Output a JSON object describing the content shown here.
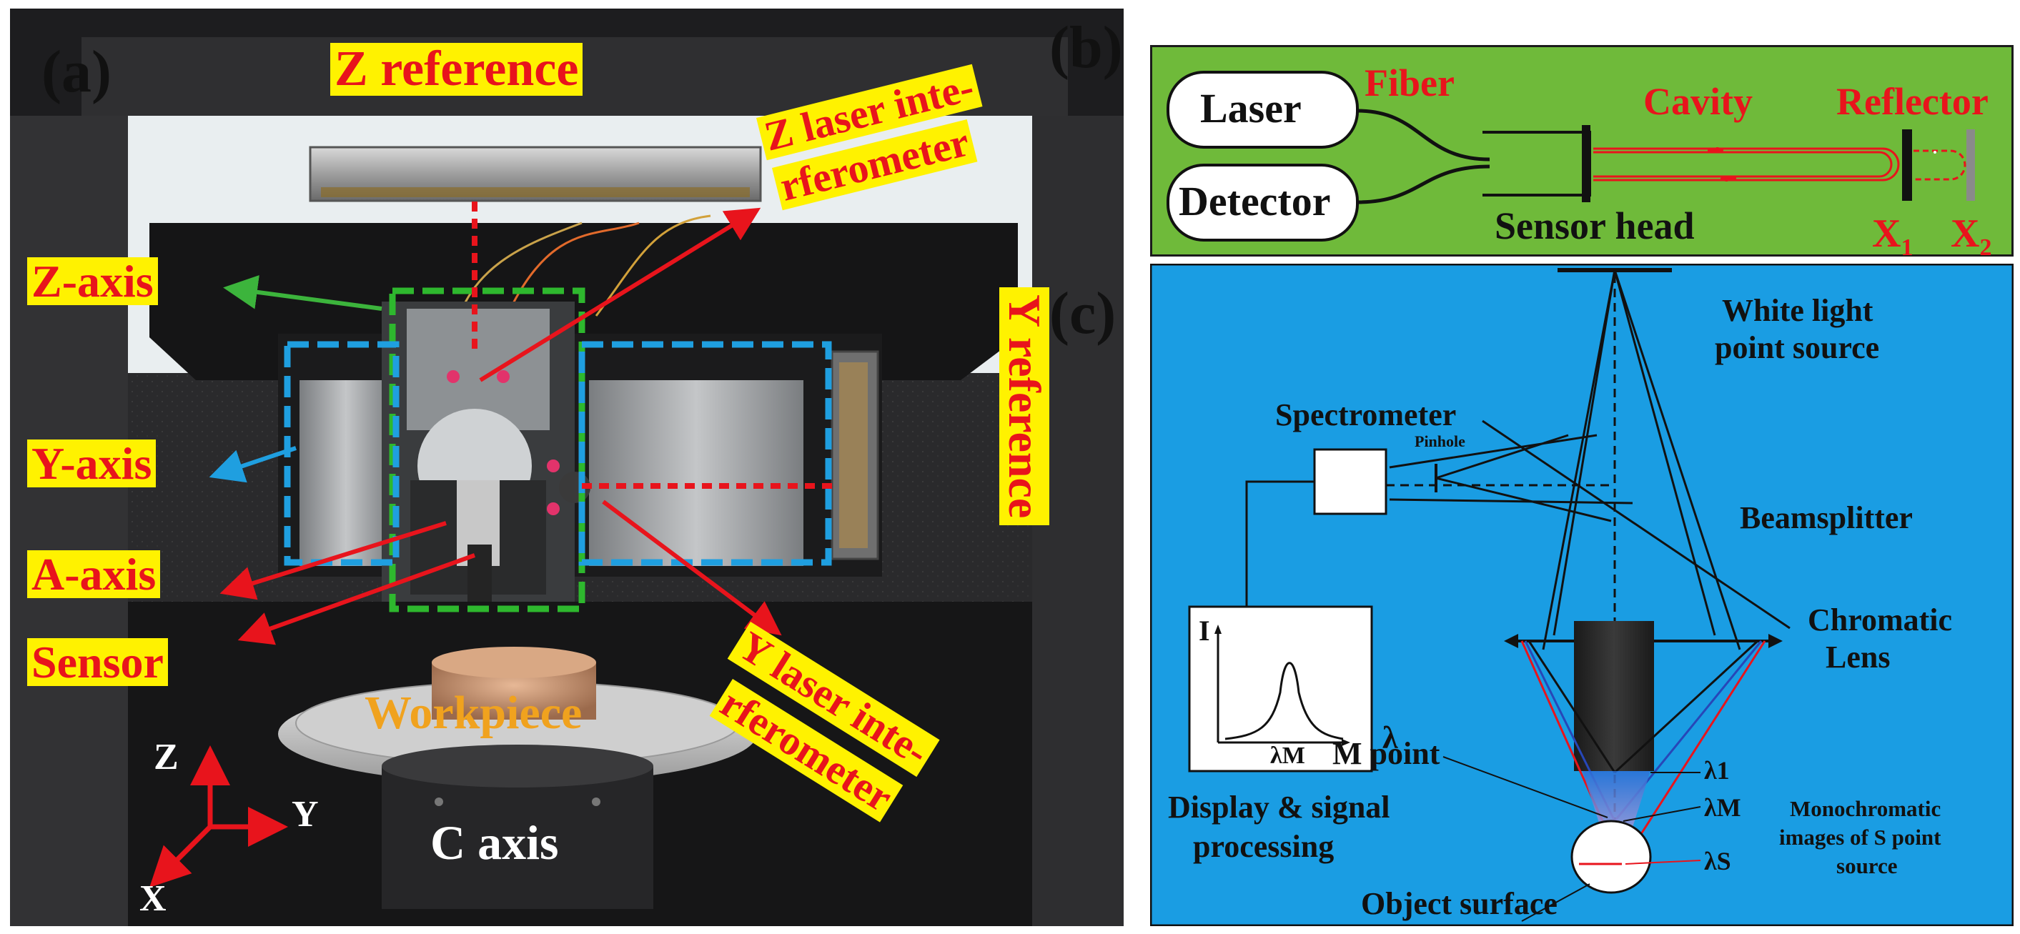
{
  "panels": {
    "a": "(a)",
    "b": "(b)",
    "c": "(c)"
  },
  "photo": {
    "labels": {
      "z_reference": "Z reference",
      "z_laser_l1": "Z laser inte-",
      "z_laser_l2": "rferometer",
      "z_axis": "Z-axis",
      "y_axis": "Y-axis",
      "a_axis": "A-axis",
      "sensor": "Sensor",
      "y_reference": "Y reference",
      "y_laser_l1": "Y laser inte-",
      "y_laser_l2": "rferometer",
      "workpiece": "Workpiece",
      "c_axis": "C axis"
    },
    "axes": {
      "z": "Z",
      "y": "Y",
      "x": "X"
    },
    "colors": {
      "label_bg": "#fff200",
      "label_text": "#e8141c",
      "workpiece_text": "#f0a21e",
      "green_box": "#2eb82e",
      "blue_box": "#1f9fe0"
    }
  },
  "interferometer": {
    "laser": "Laser",
    "detector": "Detector",
    "fiber": "Fiber",
    "cavity": "Cavity",
    "reflector": "Reflector",
    "sensor_head": "Sensor head",
    "x1": "X",
    "x1_sub": "1",
    "x2": "X",
    "x2_sub": "2",
    "background": "#6fba3a"
  },
  "confocal": {
    "white_light_l1": "White light",
    "white_light_l2": "point source",
    "spectrometer": "Spectrometer",
    "pinhole": "Pinhole",
    "beamsplitter": "Beamsplitter",
    "chromatic_l1": "Chromatic",
    "chromatic_l2": "Lens",
    "m_point": "M point",
    "lambda_1": "λ1",
    "lambda_m": "λM",
    "lambda_s": "λS",
    "mono_l1": "Monochromatic",
    "mono_l2": "images of S point",
    "mono_l3": "source",
    "display_l1": "Display & signal",
    "display_l2": "processing",
    "object_surface": "Object surface",
    "graph_i": "I",
    "graph_lambda": "λ",
    "graph_lambda_m": "λM",
    "background": "#1a9de3"
  }
}
